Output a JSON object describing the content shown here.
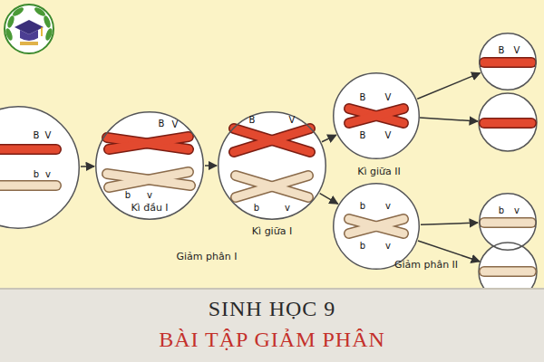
{
  "diagram": {
    "title": "SINH HỌC 9",
    "caption": "BÀI TẬP GIẢM PHÂN",
    "nodes": [
      {
        "text": [
          "B",
          "V",
          "b",
          "v"
        ]
      },
      {
        "text": [
          "B",
          "V",
          "b",
          "v",
          "Kì đầu I"
        ]
      },
      {
        "text": [
          "B",
          "V",
          "b",
          "v",
          "Kì giữa I"
        ]
      },
      {
        "text": [
          "B",
          "V",
          "B",
          "V"
        ]
      },
      {
        "text": [
          "b",
          "v",
          "b",
          "v"
        ]
      },
      {
        "text": [
          "B",
          "V"
        ]
      },
      {
        "text": [
          "b",
          "v"
        ]
      }
    ],
    "edges": [
      {
        "from": 0,
        "to": 1,
        "arrow": "to"
      },
      {
        "from": 1,
        "to": 2,
        "arrow": "to"
      },
      {
        "from": 2,
        "to": 3,
        "arrow": "to"
      },
      {
        "from": 2,
        "to": 4,
        "arrow": "to"
      },
      {
        "from": 3,
        "to": 5,
        "arrow": "to"
      },
      {
        "from": 4,
        "to": 6,
        "arrow": "to"
      }
    ],
    "labels": [
      "Kì giữa II",
      "Giảm phân I",
      "Giảm phân II"
    ]
  }
}
